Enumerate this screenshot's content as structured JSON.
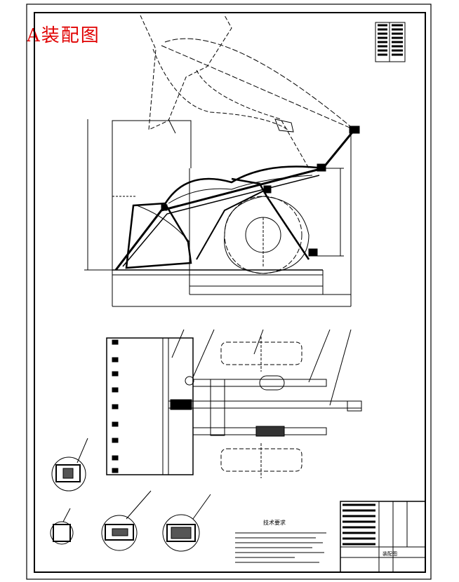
{
  "drawing": {
    "stamp_text": "A装配图",
    "tech_requirements_title": "技术要求",
    "title_block_name": "装配图",
    "colors": {
      "line": "#000000",
      "stamp": "#e00000",
      "hatch": "#555555",
      "paper": "#ffffff"
    }
  }
}
